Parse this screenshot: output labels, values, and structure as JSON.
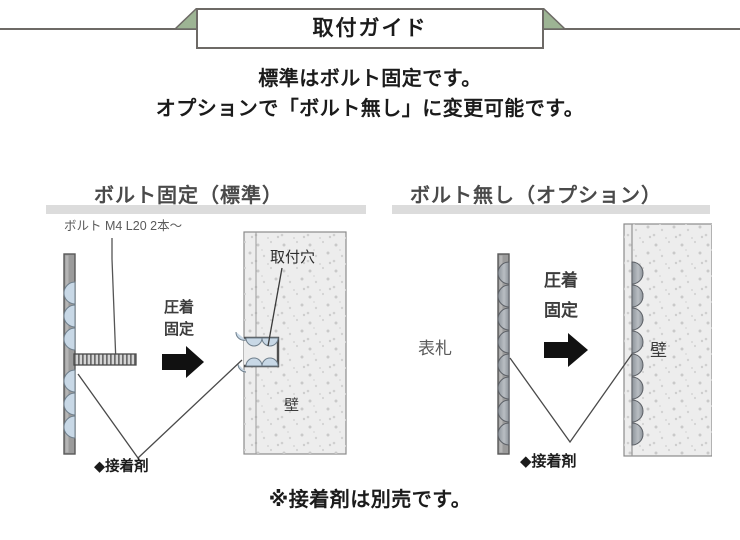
{
  "header": {
    "title": "取付ガイド",
    "accent_color": "#9db494",
    "rule_color": "#6d6a66"
  },
  "lead": {
    "line1": "標準はボルト固定です。",
    "line2": "オプションで「ボルト無し」に変更可能です。"
  },
  "sections": [
    {
      "id": "bolt-fixed",
      "title": "ボルト固定（標準）",
      "bar_color": "#dcdcdc",
      "callout": "ボルト M4 L20 2本〜",
      "labels": {
        "press": "圧着",
        "fix": "固定",
        "hole": "取付穴",
        "wall": "壁",
        "adhesive": "◆接着剤"
      }
    },
    {
      "id": "no-bolt",
      "title": "ボルト無し（オプション）",
      "bar_color": "#dcdcdc",
      "labels": {
        "plate": "表札",
        "press": "圧着",
        "fix": "固定",
        "wall": "壁",
        "adhesive": "◆接着剤"
      }
    }
  ],
  "footnote": "※接着剤は別売です。",
  "colors": {
    "plate_fill": "#9b9b9b",
    "plate_stroke": "#585858",
    "wall_fill": "#ededed",
    "wall_stroke": "#8b8b8b",
    "adhesive_blue": "#c8d8e6",
    "adhesive_gray": "#9aa0a6",
    "arrow": "#111111",
    "text_gray": "#4a4a4a",
    "speckle": "#c9c9c9"
  }
}
